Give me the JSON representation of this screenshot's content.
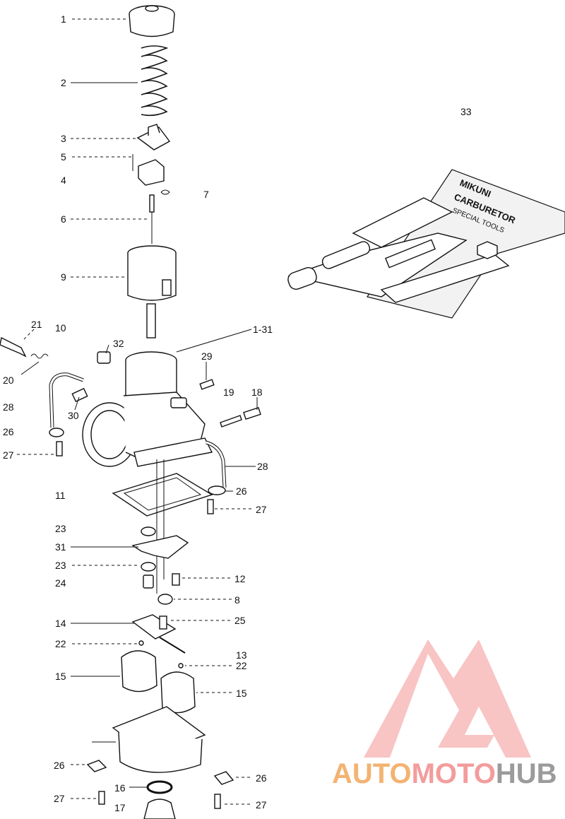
{
  "callouts": [
    {
      "id": "c1",
      "text": "1"
    },
    {
      "id": "c2",
      "text": "2"
    },
    {
      "id": "c3",
      "text": "3"
    },
    {
      "id": "c5",
      "text": "5"
    },
    {
      "id": "c4",
      "text": "4"
    },
    {
      "id": "c7",
      "text": "7"
    },
    {
      "id": "c6",
      "text": "6"
    },
    {
      "id": "c9",
      "text": "9"
    },
    {
      "id": "c21",
      "text": "21"
    },
    {
      "id": "c10",
      "text": "10"
    },
    {
      "id": "c1-31",
      "text": "1-31"
    },
    {
      "id": "c32",
      "text": "32"
    },
    {
      "id": "c29",
      "text": "29"
    },
    {
      "id": "c20",
      "text": "20"
    },
    {
      "id": "c19",
      "text": "19"
    },
    {
      "id": "c18",
      "text": "18"
    },
    {
      "id": "c28a",
      "text": "28"
    },
    {
      "id": "c30",
      "text": "30"
    },
    {
      "id": "c26a",
      "text": "26"
    },
    {
      "id": "c27a",
      "text": "27"
    },
    {
      "id": "c28b",
      "text": "28"
    },
    {
      "id": "c26b",
      "text": "26"
    },
    {
      "id": "c11",
      "text": "11"
    },
    {
      "id": "c27b",
      "text": "27"
    },
    {
      "id": "c23a",
      "text": "23"
    },
    {
      "id": "c31",
      "text": "31"
    },
    {
      "id": "c23b",
      "text": "23"
    },
    {
      "id": "c24",
      "text": "24"
    },
    {
      "id": "c12",
      "text": "12"
    },
    {
      "id": "c8",
      "text": "8"
    },
    {
      "id": "c14",
      "text": "14"
    },
    {
      "id": "c25",
      "text": "25"
    },
    {
      "id": "c22a",
      "text": "22"
    },
    {
      "id": "c13",
      "text": "13"
    },
    {
      "id": "c22b",
      "text": "22"
    },
    {
      "id": "c15a",
      "text": "15"
    },
    {
      "id": "c15b",
      "text": "15"
    },
    {
      "id": "c26c",
      "text": "26"
    },
    {
      "id": "c26d",
      "text": "26"
    },
    {
      "id": "c16",
      "text": "16"
    },
    {
      "id": "c27c",
      "text": "27"
    },
    {
      "id": "c17",
      "text": "17"
    },
    {
      "id": "c27d",
      "text": "27"
    },
    {
      "id": "c33",
      "text": "33"
    }
  ],
  "tool_pouch": {
    "brand": "MIKUNI",
    "title": "CARBURETOR",
    "subtitle": "SPECIAL TOOLS"
  },
  "watermark": {
    "part1": "AUTO",
    "part2": "MOTO",
    "part3": "HUB",
    "colors": {
      "auto": "#f2a65a",
      "moto": "#f28b8b",
      "hub": "#8a8a8a",
      "triangle": "#f08a8a"
    }
  }
}
